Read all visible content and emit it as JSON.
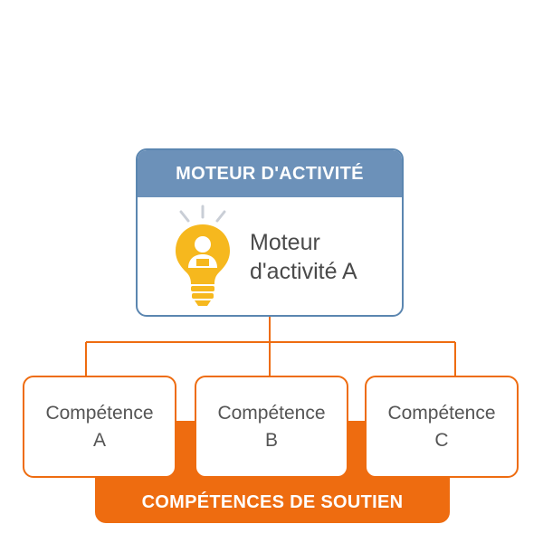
{
  "driver": {
    "header": "MOTEUR D'ACTIVITÉ",
    "label_line1": "Moteur",
    "label_line2": "d'activité A",
    "icon": "lightbulb-person-icon"
  },
  "competences": [
    {
      "line1": "Compétence",
      "line2": "A"
    },
    {
      "line1": "Compétence",
      "line2": "B"
    },
    {
      "line1": "Compétence",
      "line2": "C"
    }
  ],
  "support": {
    "label": "COMPÉTENCES DE SOUTIEN"
  },
  "colors": {
    "header_blue": "#6c91b9",
    "border_blue": "#5b86b0",
    "accent_orange": "#ee6c10",
    "bulb_yellow": "#f6b81e",
    "text_gray": "#4a4a4a"
  }
}
